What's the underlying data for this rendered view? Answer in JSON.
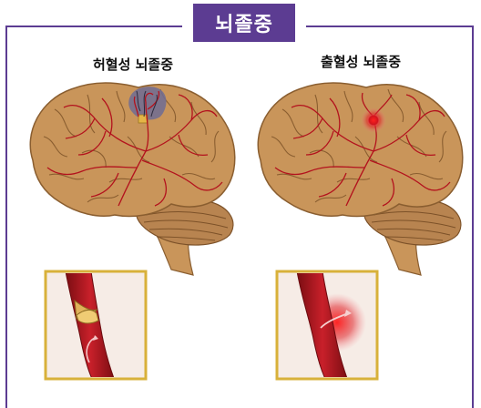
{
  "title": "뇌졸중",
  "panels": [
    {
      "id": "ischemic",
      "label": "허혈성 뇌졸중"
    },
    {
      "id": "hemorrhagic",
      "label": "출혈성 뇌졸중"
    }
  ],
  "colors": {
    "frame": "#5c3c92",
    "brain": "#c9955a",
    "vessel": "#b3121d",
    "inset_border": "#d8b13a",
    "clot": "#6e6c94"
  }
}
